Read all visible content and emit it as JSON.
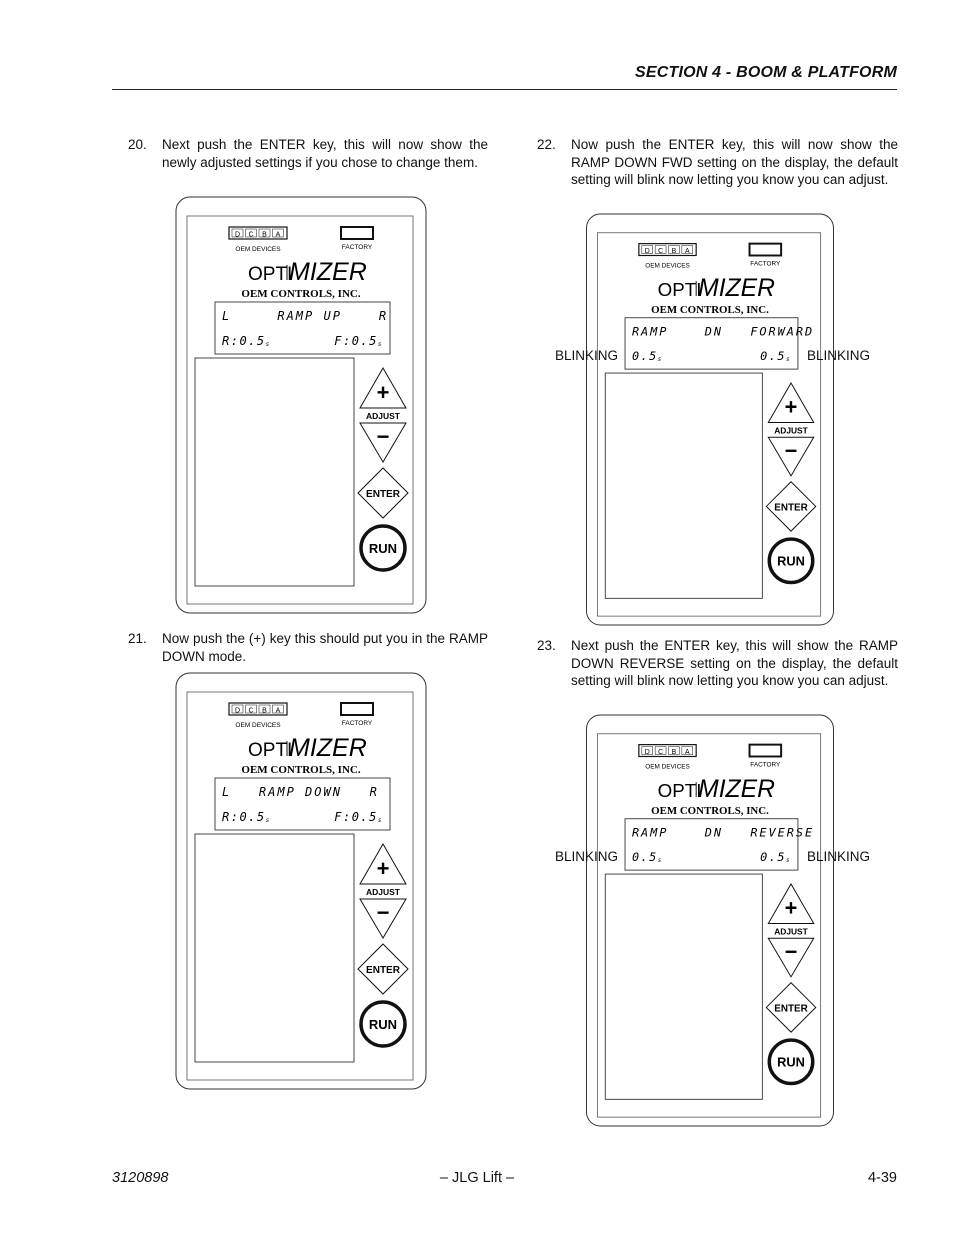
{
  "header": {
    "section_title": "SECTION 4 - BOOM & PLATFORM"
  },
  "steps": [
    {
      "number": "20.",
      "text": "Next push the ENTER key, this will now show the newly adjusted settings if you chose to change them."
    },
    {
      "number": "21.",
      "text": "Now push the (+) key this should put you in the RAMP DOWN mode."
    },
    {
      "number": "22.",
      "text": "Now push the ENTER key, this will now show the RAMP DOWN FWD setting on the display, the default setting will blink now letting you know you can adjust."
    },
    {
      "number": "23.",
      "text": "Next push the ENTER key, this will show the RAMP DOWN REVERSE setting on the display, the default setting will blink now letting you know you can adjust."
    }
  ],
  "device": {
    "dip_labels": [
      "D",
      "C",
      "B",
      "A"
    ],
    "oem_devices": "OEM DEVICES",
    "factory": "FACTORY",
    "brand_opti": "OPTI",
    "brand_mizer": "MIZER",
    "maker": "OEM CONTROLS, INC.",
    "adjust": "ADJUST",
    "plus": "+",
    "minus": "−",
    "enter": "ENTER",
    "run": "RUN"
  },
  "figures": [
    {
      "line1": "L     RAMP UP    R",
      "line2_left": "R:0.5",
      "line2_right": "F:0.5",
      "unit": "s"
    },
    {
      "line1": "L   RAMP DOWN   R",
      "line2_left": "R:0.5",
      "line2_right": "F:0.5",
      "unit": "s"
    },
    {
      "line1": "RAMP    DN   FORWARD",
      "line2_left": "0.5",
      "line2_right": "0.5",
      "unit": "s",
      "blink_left": "BLINKING",
      "blink_right": "BLINKING"
    },
    {
      "line1": "RAMP    DN   REVERSE",
      "line2_left": "0.5",
      "line2_right": "0.5",
      "unit": "s",
      "blink_left": "BLINKING",
      "blink_right": "BLINKING"
    }
  ],
  "footer": {
    "left": "3120898",
    "center": "– JLG Lift –",
    "right": "4-39"
  }
}
